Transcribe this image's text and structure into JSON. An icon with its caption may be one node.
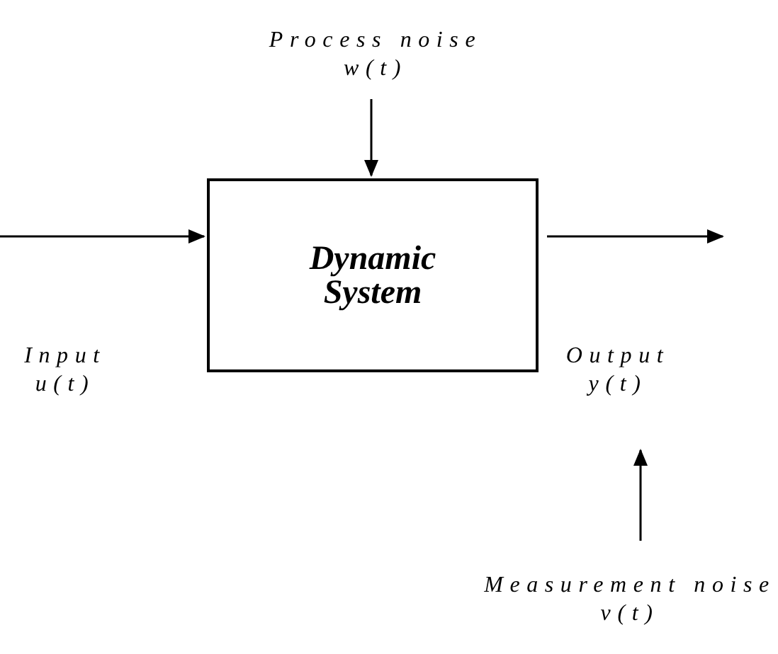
{
  "diagram": {
    "nodes": [
      {
        "text": [
          "Process noise",
          "w(t)"
        ]
      },
      {
        "text": [
          "Dynamic System"
        ]
      },
      {
        "text": [
          "Measurement noise",
          "v(t)"
        ]
      }
    ],
    "edges": [
      {
        "from": 0,
        "to": 1,
        "arrow": "to"
      },
      {
        "from": null,
        "to": 1,
        "arrow": "to",
        "label": "Input u(t)"
      },
      {
        "from": 1,
        "to": null,
        "arrow": "to",
        "label": "Output y(t)"
      },
      {
        "from": 2,
        "to": null,
        "arrow": "to"
      }
    ]
  }
}
